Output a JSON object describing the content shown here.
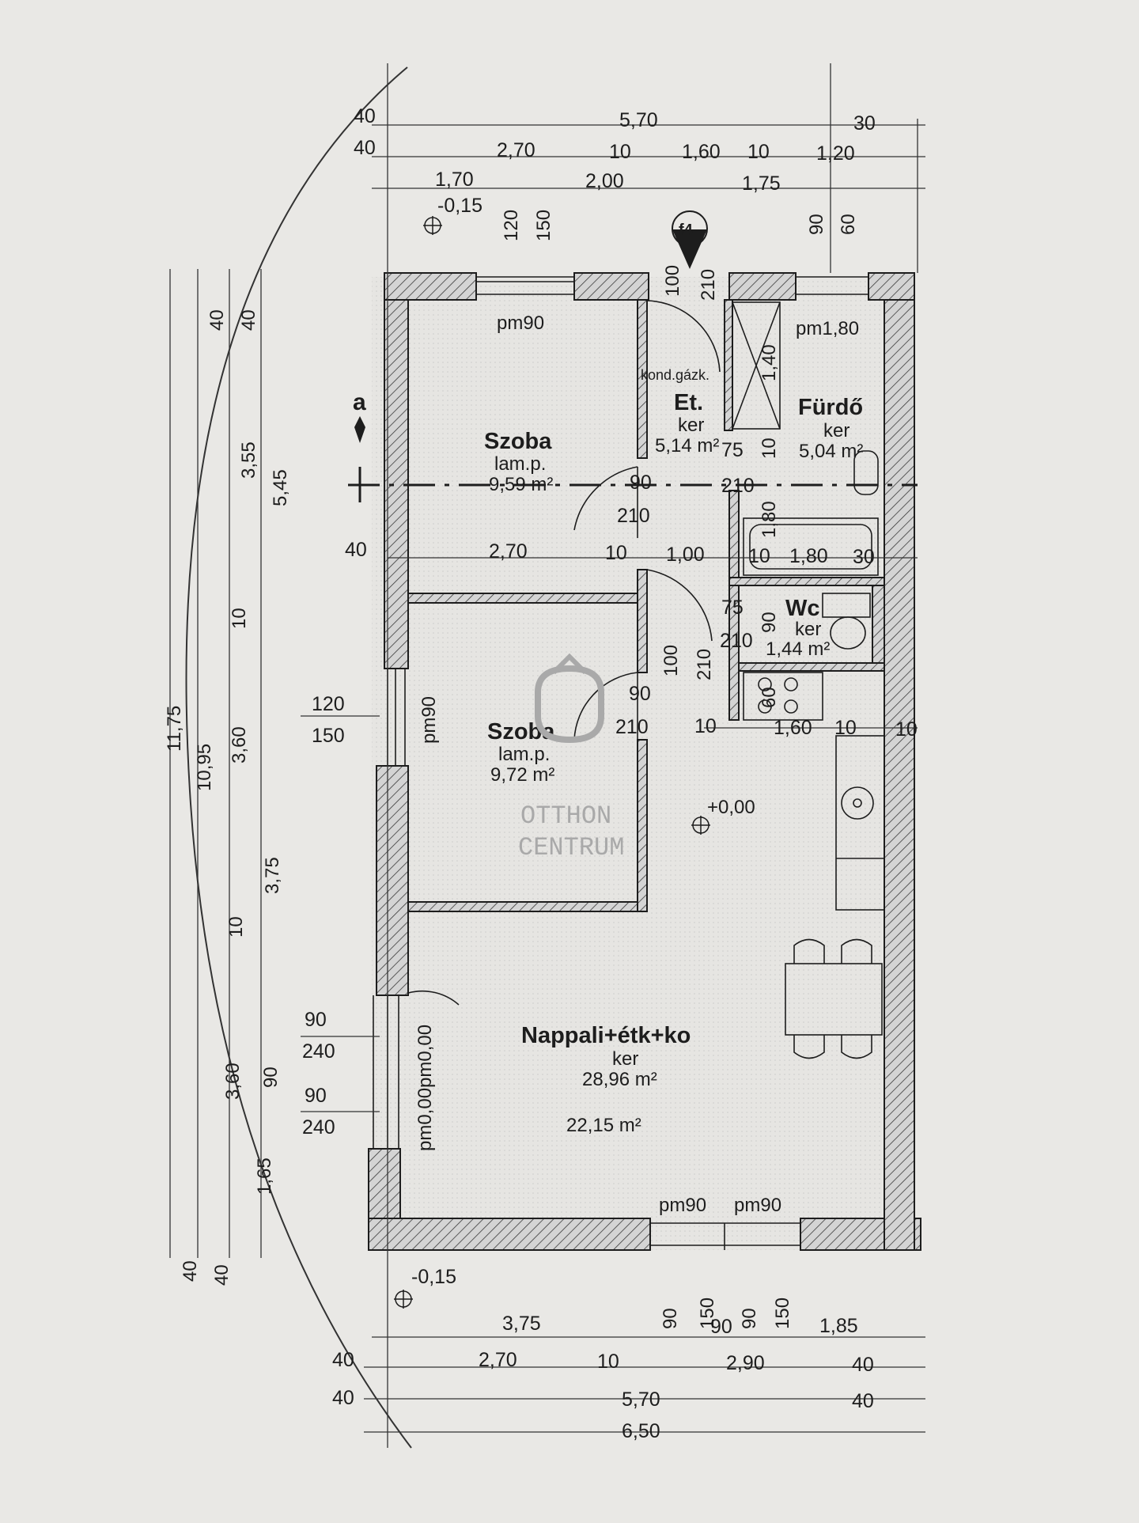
{
  "plan": {
    "top_dims": {
      "row1": [
        "40",
        "5,70",
        "30"
      ],
      "row2": [
        "40",
        "2,70",
        "10",
        "1,60",
        "10",
        "1,20"
      ],
      "row3": [
        "1,70",
        "2,00",
        "1,75"
      ],
      "level_top": "-0,15",
      "v_labels": [
        "120",
        "150",
        "100",
        "210",
        "90",
        "60"
      ]
    },
    "marker": "f4",
    "left_dims": {
      "outer_total": "11,75",
      "second_total": "10,95",
      "a": [
        "40",
        "3,55",
        "10",
        "3,60",
        "10",
        "3,60",
        "1,65",
        "40"
      ],
      "b": [
        "40",
        "5,45",
        "3,75",
        "40"
      ],
      "window_top": [
        "120",
        "150"
      ],
      "window_mid": [
        "90",
        "240"
      ],
      "window_bot": [
        "90",
        "240"
      ],
      "mid_90": "90",
      "row_40": "40",
      "section": "a"
    },
    "inner_dims": {
      "row_a": [
        "2,70",
        "10",
        "1,00",
        "10",
        "1,80",
        "30"
      ],
      "row_b": [
        "10",
        "1,60",
        "10",
        "10"
      ],
      "door_a": [
        "90",
        "210"
      ],
      "door_b": [
        "90",
        "210"
      ],
      "et_door": [
        "75",
        "10",
        "210",
        "1,80"
      ],
      "wc_door": [
        "75",
        "90",
        "210"
      ],
      "hall_v": [
        "100",
        "210"
      ],
      "vent": "1,40",
      "kitchen_60": "60"
    },
    "rooms": {
      "szoba1": {
        "name": "Szoba",
        "floor": "lam.p.",
        "area": "9,59 m²",
        "window": "pm90"
      },
      "et": {
        "name": "Et.",
        "floor": "ker",
        "area": "5,14 m²",
        "note": "kond.gázk."
      },
      "furdo": {
        "name": "Fürdő",
        "floor": "ker",
        "area": "5,04 m²",
        "window": "pm1,80"
      },
      "wc": {
        "name": "Wc",
        "floor": "ker",
        "area": "1,44 m²"
      },
      "szoba2": {
        "name": "Szoba",
        "floor": "lam.p.",
        "area": "9,72 m²",
        "window": "pm90"
      },
      "nappali": {
        "name": "Nappali+étk+ko",
        "floor": "ker",
        "area": "28,96 m²",
        "area2": "22,15 m²",
        "window_left": "pm0,00pm0,00",
        "windows_bottom": [
          "pm90",
          "pm90"
        ]
      }
    },
    "level_center": "+0,00",
    "bottom_dims": {
      "level": "-0,15",
      "v_labels": [
        "90",
        "150",
        "90",
        "90",
        "150"
      ],
      "row1": [
        "3,75",
        "1,85"
      ],
      "row2": [
        "40",
        "2,70",
        "10",
        "2,90",
        "40"
      ],
      "row3": [
        "40",
        "5,70",
        "40"
      ],
      "total": "6,50"
    },
    "watermark": {
      "line1": "OTTHON",
      "line2": "CENTRUM"
    },
    "colors": {
      "paper": "#e9e8e5",
      "ink": "#1d1d1d",
      "wall_fill": "#cfcfcf",
      "watermark": "#a9a9a9"
    }
  }
}
